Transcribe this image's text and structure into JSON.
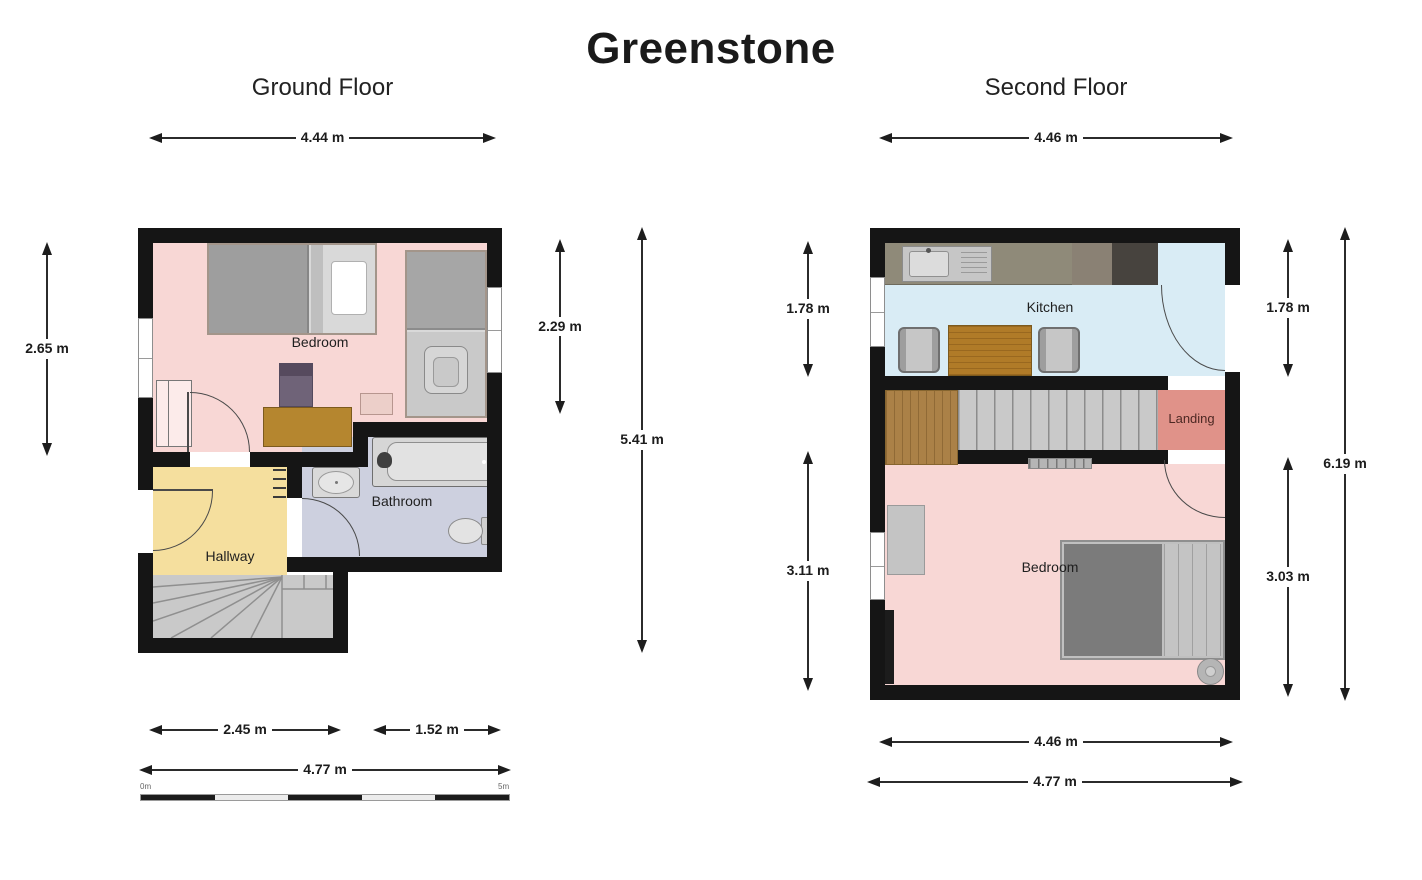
{
  "title": {
    "text": "Greenstone"
  },
  "floors": [
    {
      "name": "Ground Floor",
      "rooms": {
        "bedroom": "Bedroom",
        "hallway": "Hallway",
        "bathroom": "Bathroom"
      },
      "dims": {
        "top": "4.44 m",
        "left": "2.65 m",
        "inner_right": "2.29 m",
        "total_right": "5.41 m",
        "bottom_left": "2.45 m",
        "bottom_right": "1.52 m",
        "bottom_total": "4.77 m"
      },
      "scale": {
        "start": "0m",
        "end": "5m"
      }
    },
    {
      "name": "Second Floor",
      "rooms": {
        "kitchen": "Kitchen",
        "landing": "Landing",
        "bedroom": "Bedroom"
      },
      "dims": {
        "top": "4.46 m",
        "left_upper": "1.78 m",
        "left_lower": "3.11 m",
        "right_upper": "1.78 m",
        "right_lower": "3.03 m",
        "right_total": "6.19 m",
        "bottom_inner": "4.46 m",
        "bottom_total": "4.77 m"
      }
    }
  ],
  "colors": {
    "wall": "#151515",
    "bedroom_floor": "#f8d7d5",
    "hallway_floor": "#f5df9e",
    "bathroom_floor": "#cdd0df",
    "kitchen_floor": "#d9ecf5",
    "landing_floor": "#e09289",
    "stairs": "#c9c9c9",
    "wood": "#ab8147",
    "dimension_text": "#1c1c1c"
  }
}
